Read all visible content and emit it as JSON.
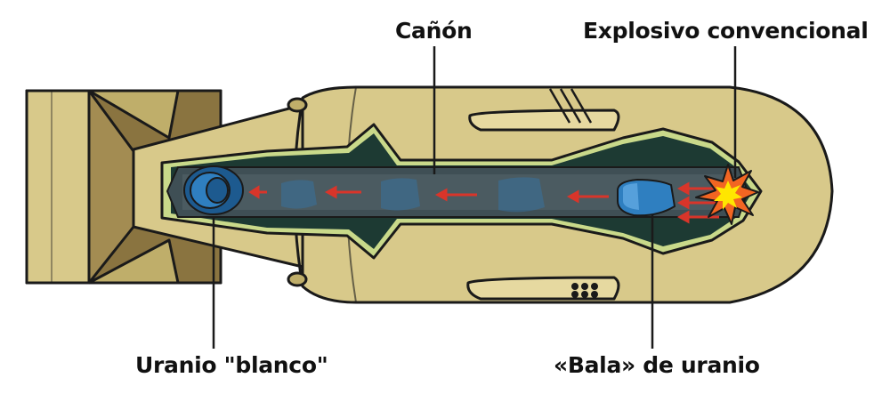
{
  "labels": {
    "canon": "Cañón",
    "explosive": "Explosivo convencional",
    "target": "Uranio \"blanco\"",
    "bullet": "«Bala» de uranio"
  },
  "colors": {
    "casing": "#d8c98a",
    "casing_shadow": "#bfae6a",
    "tail_dark": "#8a7440",
    "outline": "#1a1a1a",
    "cavity": "#1d3a33",
    "cavity_rim": "#c9d98a",
    "barrel": "#3f4f55",
    "barrel_light": "#56666b",
    "uranium": "#2f7fc0",
    "uranium_dark": "#1d5a8f",
    "arrow": "#d9352a",
    "blast": "#f26522",
    "blast_core": "#ffe600"
  },
  "icons": {
    "explosion": "explosion-icon",
    "bullet": "uranium-bullet-icon",
    "target": "uranium-target-icon"
  }
}
